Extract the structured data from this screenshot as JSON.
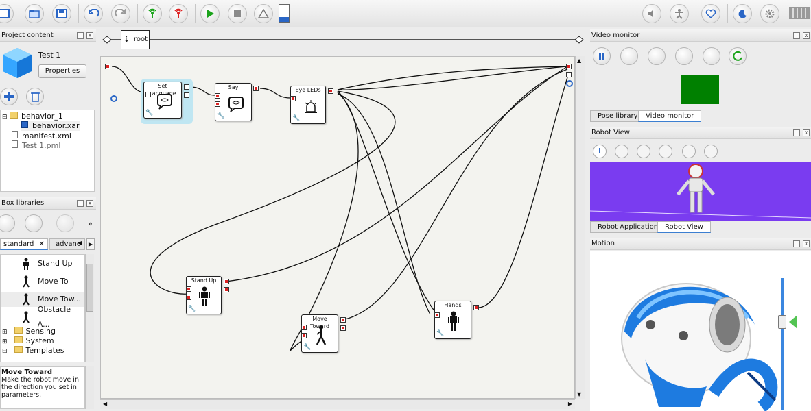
{
  "toolbar": {
    "buttons": [
      "new-icon",
      "open-icon",
      "save-icon",
      "undo-icon",
      "redo-icon",
      "connect-icon",
      "disconnect-icon",
      "play-icon",
      "stop-icon",
      "warning-icon",
      "battery-level-icon",
      "volume-icon",
      "stiffness-icon",
      "heart-icon",
      "moon-icon",
      "settings-gear-icon",
      "battery-icon"
    ]
  },
  "project": {
    "title": "Project content",
    "name": "Test 1",
    "properties_label": "Properties",
    "files": [
      {
        "label": "behavior_1",
        "type": "folder"
      },
      {
        "label": "behavior.xar",
        "type": "behavior"
      },
      {
        "label": "manifest.xml",
        "type": "file"
      },
      {
        "label": "Test 1.pml",
        "type": "project"
      }
    ]
  },
  "libraries": {
    "title": "Box libraries",
    "tabs": [
      "standard",
      "advanc"
    ],
    "items": [
      "Stand Up",
      "Move To",
      "Move Tow...",
      "Obstacle A..."
    ],
    "folders": [
      "Sensing",
      "System",
      "Templates"
    ]
  },
  "description": {
    "title": "Move Toward",
    "text": "Make the robot move in the direction you set in parameters."
  },
  "breadcrumb": {
    "root": "root"
  },
  "boxes": {
    "set_language": "Set Language",
    "say": "Say",
    "eye_leds": "Eye LEDs",
    "stand_up": "Stand Up",
    "move_toward": "Move Toward",
    "hands": "Hands"
  },
  "video_monitor": {
    "title": "Video monitor",
    "tabs": [
      "Pose library",
      "Video monitor"
    ],
    "preview_color": "#008000"
  },
  "robot_view": {
    "title": "Robot View",
    "tabs": [
      "Robot Applications",
      "Robot View"
    ],
    "background_color": "#7a3cf0"
  },
  "motion": {
    "title": "Motion"
  }
}
